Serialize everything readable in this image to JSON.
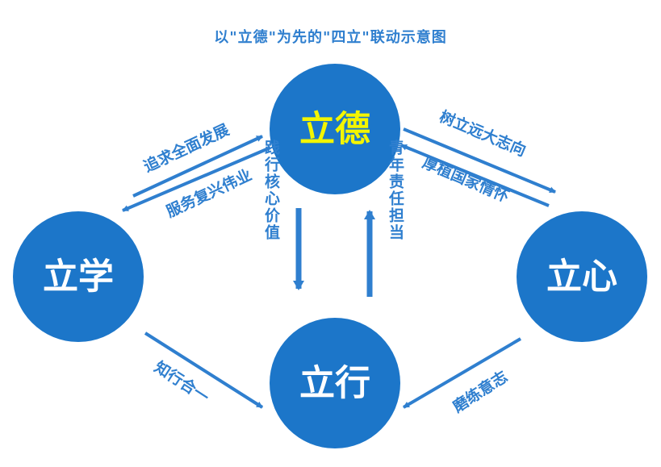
{
  "title": "以\"立德\"为先的\"四立\"联动示意图",
  "colors": {
    "node_fill": "#1c76c9",
    "arrow": "#2f7fcf",
    "label_text": "#2f7fcf",
    "center_label": "#f3f500",
    "node_label": "#ffffff"
  },
  "nodes": {
    "lide": "立德",
    "lixue": "立学",
    "lixin": "立心",
    "lixing": "立行"
  },
  "edges": {
    "lixue_to_lide": "追求全面发展",
    "lide_to_lixue": "服务复兴伟业",
    "lide_to_lixin": "树立远大志向",
    "lixin_to_lide": "厚植国家情怀",
    "lide_to_lixing": "践行核心价值",
    "lixing_to_lide": "青年责任担当",
    "lixue_to_lixing": "知行合一",
    "lixin_to_lixing": "磨练意志"
  }
}
